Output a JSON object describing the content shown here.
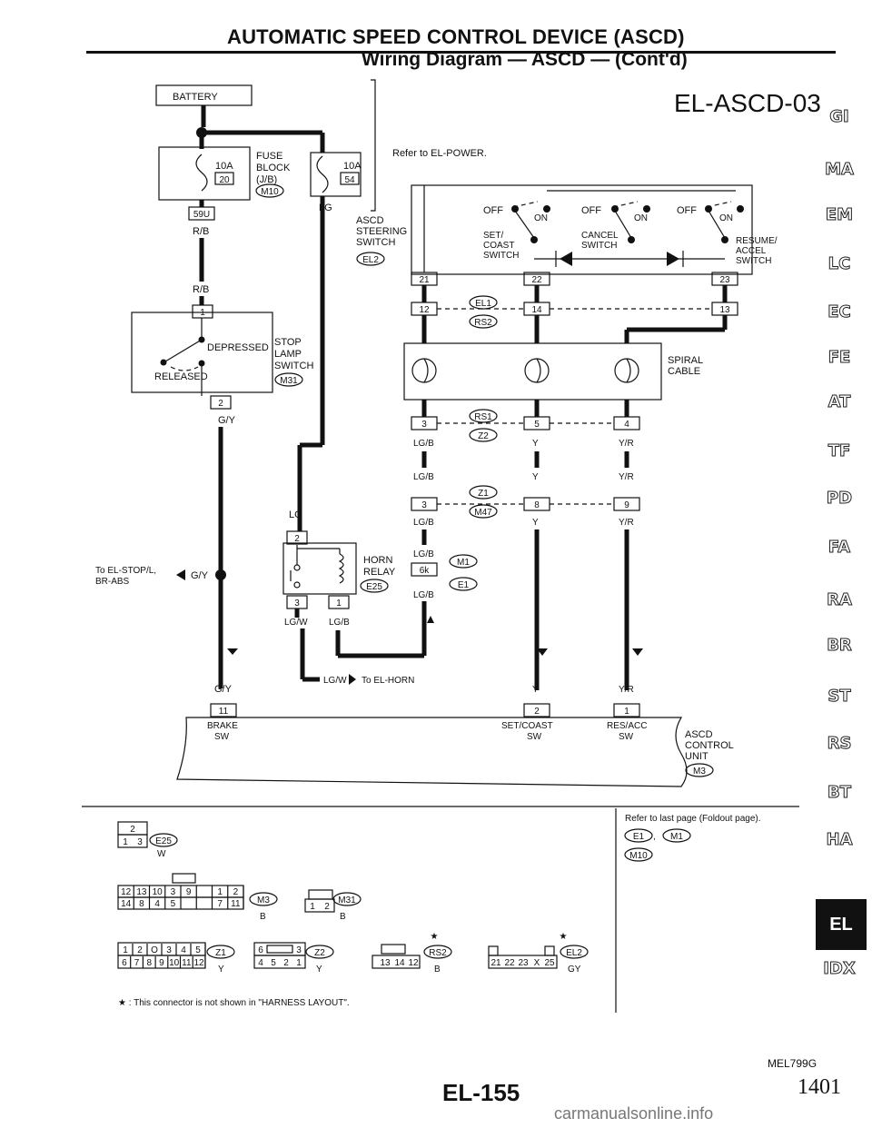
{
  "header": {
    "title": "AUTOMATIC SPEED CONTROL DEVICE (ASCD)",
    "subtitle": "Wiring Diagram — ASCD — (Cont'd)",
    "diagram_code": "EL-ASCD-03"
  },
  "sidebar": {
    "items": [
      "GI",
      "MA",
      "EM",
      "LC",
      "EC",
      "FE",
      "AT",
      "TF",
      "PD",
      "FA",
      "RA",
      "BR",
      "ST",
      "RS",
      "BT",
      "HA",
      "EL",
      "IDX"
    ],
    "active": "EL"
  },
  "labels": {
    "battery": "BATTERY",
    "fuse1_amp": "10A",
    "fuse1_no": "20",
    "fuse_block": "FUSE",
    "fuse_block2": "BLOCK",
    "fuse_block3": "(J/B)",
    "m10": "M10",
    "fuse2_amp": "10A",
    "fuse2_no": "54",
    "refer_power": "Refer to EL-POWER.",
    "c59u": "59U",
    "rb1": "R/B",
    "rb2": "R/B",
    "lg": "LG",
    "ascd": "ASCD",
    "steering": "STEERING",
    "switch_w": "SWITCH",
    "el2": "EL2",
    "off1": "OFF",
    "on1": "ON",
    "off2": "OFF",
    "on2": "ON",
    "off3": "OFF",
    "on3": "ON",
    "set": "SET/",
    "coast": "COAST",
    "set_sw": "SWITCH",
    "cancel": "CANCEL",
    "cancel_sw": "SWITCH",
    "resume": "RESUME/",
    "accel": "ACCEL",
    "resume_sw": "SWITCH",
    "p21": "21",
    "p22": "22",
    "p23": "23",
    "p12": "12",
    "p14": "14",
    "p13": "13",
    "el1": "EL1",
    "rs2": "RS2",
    "p1": "1",
    "depressed": "DEPRESSED",
    "released": "RELEASED",
    "stop": "STOP",
    "lamp": "LAMP",
    "stop_sw": "SWITCH",
    "m31": "M31",
    "p2a": "2",
    "gy1": "G/Y",
    "spiral": "SPIRAL",
    "cable": "CABLE",
    "rs1": "RS1",
    "z2": "Z2",
    "p3a": "3",
    "p5": "5",
    "p4": "4",
    "lgb1": "LG/B",
    "y1": "Y",
    "yr1": "Y/R",
    "lgb2": "LG/B",
    "y2": "Y",
    "yr2": "Y/R",
    "z1": "Z1",
    "m47": "M47",
    "p3b": "3",
    "p8": "8",
    "p9": "9",
    "lgb3": "LG/B",
    "y3": "Y",
    "yr3": "Y/R",
    "lg2": "LG",
    "p2b": "2",
    "horn": "HORN",
    "relay": "RELAY",
    "e25": "E25",
    "p3c": "3",
    "p1b": "1",
    "lgw": "LG/W",
    "lgb4": "LG/B",
    "lgb5": "LG/B",
    "m1": "M1",
    "p6k": "6k",
    "e1": "E1",
    "lgb6": "LG/B",
    "to_stop": "To EL-STOP/L,",
    "br_abs": "BR-ABS",
    "gy2": "G/Y",
    "gy3": "G/Y",
    "lgw2": "LG/W",
    "to_horn": "To EL-HORN",
    "y4": "Y",
    "yr4": "Y/R",
    "p11": "11",
    "p2c": "2",
    "p1c": "1",
    "brake": "BRAKE",
    "brake_sw": "SW",
    "setcoast": "SET/COAST",
    "setcoast_sw": "SW",
    "resacc": "RES/ACC",
    "resacc_sw": "SW",
    "ascd_ctrl": "ASCD",
    "control": "CONTROL",
    "unit": "UNIT",
    "m3": "M3"
  },
  "connectors": {
    "e25_label": "E25",
    "e25_color": "W",
    "m3_label": "M3",
    "m3_color": "B",
    "m31_label": "M31",
    "m31_color": "B",
    "z1_label": "Z1",
    "z1_color": "Y",
    "z2_label": "Z2",
    "z2_color": "Y",
    "rs2_label": "RS2",
    "rs2_color": "B",
    "el2_label": "EL2",
    "el2_color": "GY",
    "e25_pins_top": [
      "2"
    ],
    "e25_pins_bot": [
      "1",
      "3"
    ],
    "m3_pins_top": [
      "12",
      "13",
      "10",
      "3",
      "9",
      "",
      "1",
      "2"
    ],
    "m3_pins_bot": [
      "14",
      "8",
      "4",
      "5",
      "",
      "",
      "7",
      "11"
    ],
    "m31_pins": [
      "1",
      "2"
    ],
    "z1_pins_top": [
      "1",
      "2",
      "O",
      "3",
      "4",
      "5"
    ],
    "z1_pins_bot": [
      "6",
      "7",
      "8",
      "9",
      "10",
      "11",
      "12"
    ],
    "z2_pins_top": [
      "6",
      "",
      "3"
    ],
    "z2_pins_bot": [
      "4",
      "5",
      "2",
      "1"
    ],
    "rs2_pins": [
      "13",
      "14",
      "12"
    ],
    "el2_pins": [
      "21",
      "22",
      "23",
      "X",
      "25"
    ],
    "footnote": "★ : This connector is not shown in \"HARNESS LAYOUT\".",
    "refer_last": "Refer to last page (Foldout page).",
    "ref1": "E1",
    "ref2": "M1",
    "ref3": "M10",
    "star1": "★",
    "star2": "★"
  },
  "footer": {
    "page": "EL-155",
    "doc_no": "MEL799G",
    "page_number": "1401",
    "watermark": "carmanualsonline.info"
  }
}
